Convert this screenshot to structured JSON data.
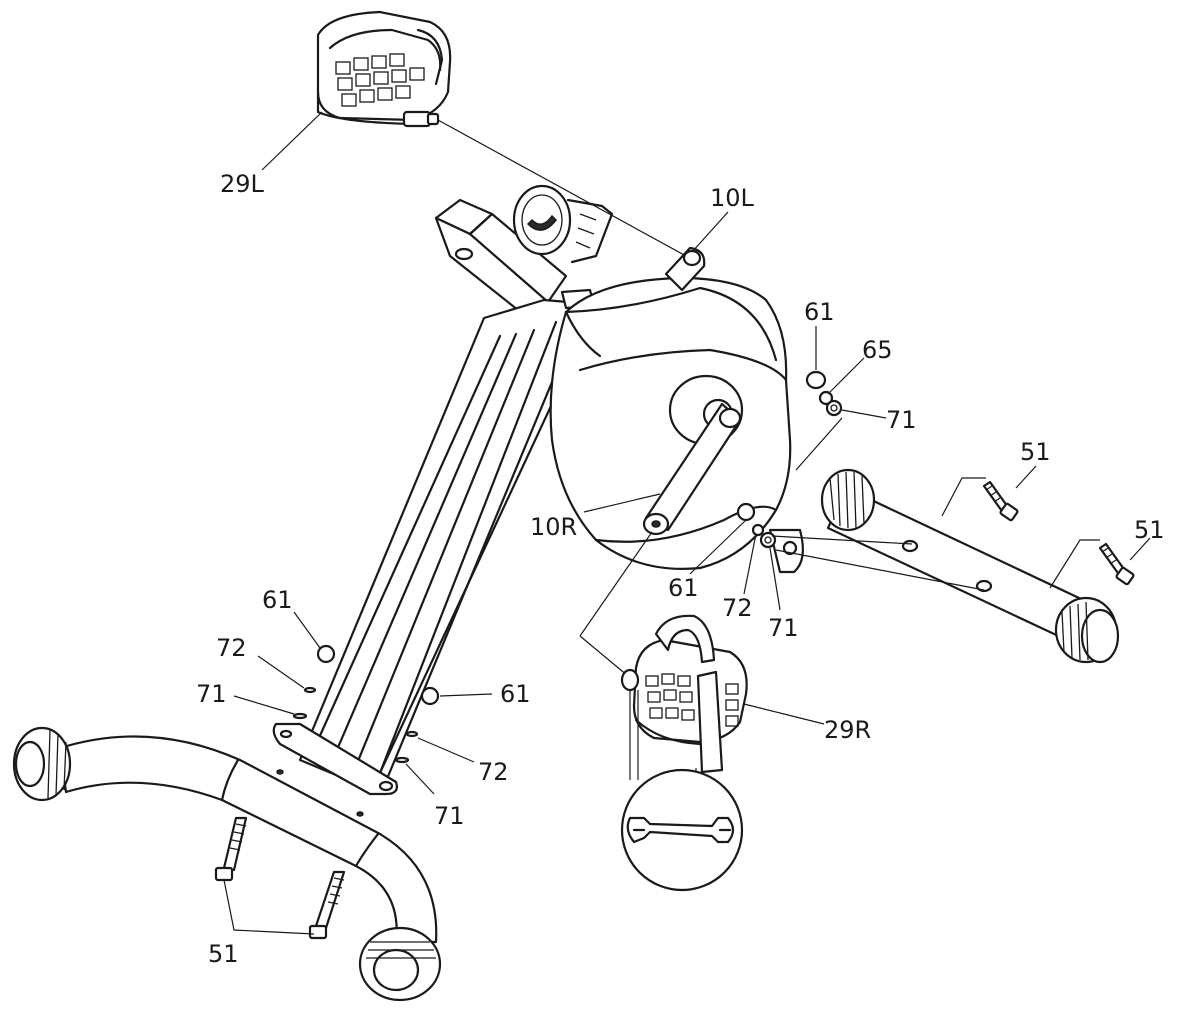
{
  "labels": {
    "pedal_left": "29L",
    "crank_left": "10L",
    "crank_right": "10R",
    "pedal_right": "29R",
    "nut_top": "61",
    "washer_65": "65",
    "washer_71_top": "71",
    "bolt_rear_1": "51",
    "bolt_rear_2": "51",
    "nut_mid": "61",
    "washer_72_mid": "72",
    "washer_71_mid": "71",
    "nut_front_left": "61",
    "washer_72_front_left": "72",
    "washer_71_front_left": "71",
    "nut_front_right": "61",
    "washer_72_front_right": "72",
    "washer_71_front_right": "71",
    "bolt_front": "51"
  }
}
